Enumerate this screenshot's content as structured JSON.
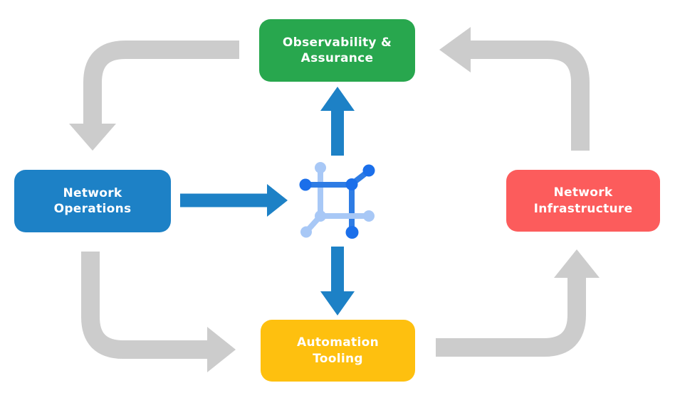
{
  "diagram": {
    "background": "#ffffff",
    "nodes": {
      "observability": {
        "label": "Observability &\nAssurance",
        "color": "#28a74e"
      },
      "operations": {
        "label": "Network\nOperations",
        "color": "#1d81c6"
      },
      "infrastructure": {
        "label": "Network\nInfrastructure",
        "color": "#fc5c5c"
      },
      "automation": {
        "label": "Automation\nTooling",
        "color": "#fec00f"
      }
    },
    "colors": {
      "flow_gray": "#cccccc",
      "blue_arrow": "#1d81c6",
      "icon_line_dark": "#2e7ce4",
      "icon_dot_dark": "#1b6fea",
      "icon_light": "#a8c8f6",
      "label_text": "#ffffff"
    },
    "center_icon": "network-nodes-icon",
    "flows": [
      {
        "from": "observability",
        "to": "operations",
        "style": "gray-elbow"
      },
      {
        "from": "operations",
        "to": "automation",
        "style": "gray-elbow"
      },
      {
        "from": "automation",
        "to": "infrastructure",
        "style": "gray-elbow"
      },
      {
        "from": "infrastructure",
        "to": "observability",
        "style": "gray-elbow"
      },
      {
        "from": "operations",
        "to": "center-icon",
        "style": "blue-straight"
      },
      {
        "from": "center-icon",
        "to": "observability",
        "style": "blue-straight"
      },
      {
        "from": "center-icon",
        "to": "automation",
        "style": "blue-straight"
      }
    ]
  }
}
